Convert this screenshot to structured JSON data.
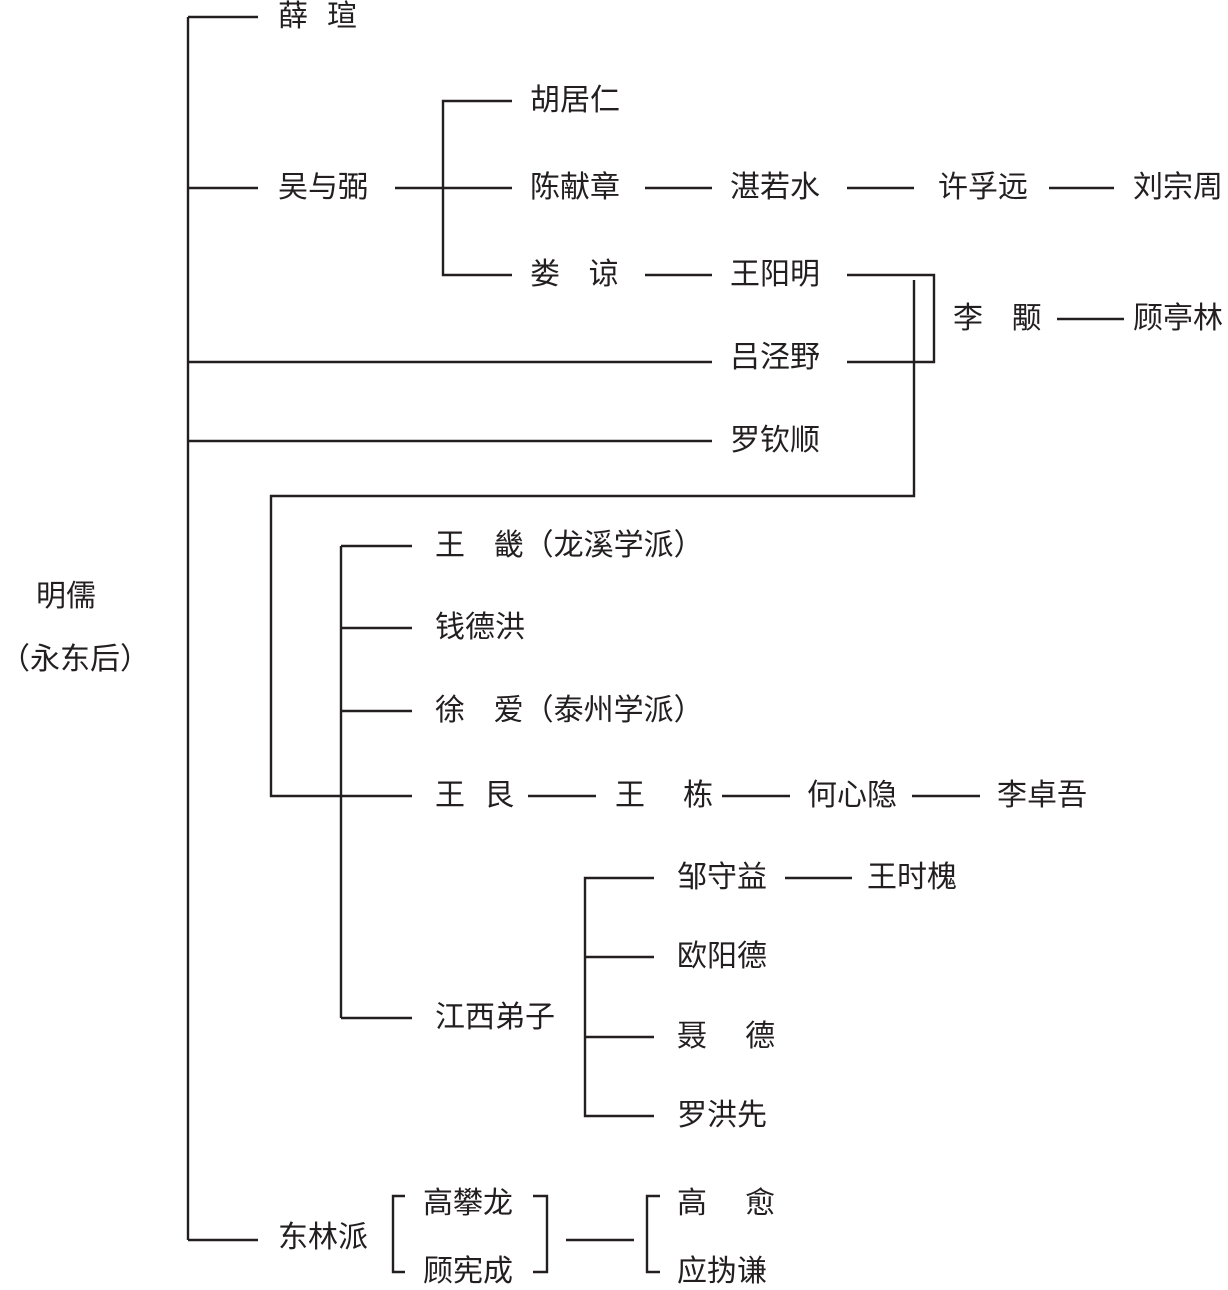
{
  "root": {
    "name": "明儒",
    "note": "（永东后）"
  },
  "nodes": {
    "xue_xuan": "薛  瑄",
    "wu_yubi": "吴与弼",
    "hu_juren": "胡居仁",
    "chen_xianzhang": "陈献章",
    "zhan_ruoshui": "湛若水",
    "xu_fuyuan": "许孚远",
    "liu_zongzhou": "刘宗周",
    "lou_liang": "娄   谅",
    "wang_yangming": "王阳明",
    "li_yong": "李   颙",
    "gu_tinglin": "顾亭林",
    "lv_jingye": "吕泾野",
    "luo_qinshun": "罗钦顺",
    "wang_ji": "王   畿（龙溪学派）",
    "qian_dehong": "钱德洪",
    "xu_ai": "徐   爱（泰州学派）",
    "wang_gen": "王  艮",
    "wang_dong": "王    栋",
    "he_xinyin": "何心隐",
    "li_zhuowu": "李卓吾",
    "jiangxi_dizi": "江西弟子",
    "zou_shouyi": "邹守益",
    "wang_shihuai": "王时槐",
    "ouyang_de": "欧阳德",
    "nie_de": "聂    德",
    "luo_hongxian": "罗洪先",
    "donglin_pai": "东林派",
    "gao_panlong": "高攀龙",
    "gu_xiancheng": "顾宪成",
    "gao_yu": "高    愈",
    "ying_huiqian": "应㧑谦"
  }
}
